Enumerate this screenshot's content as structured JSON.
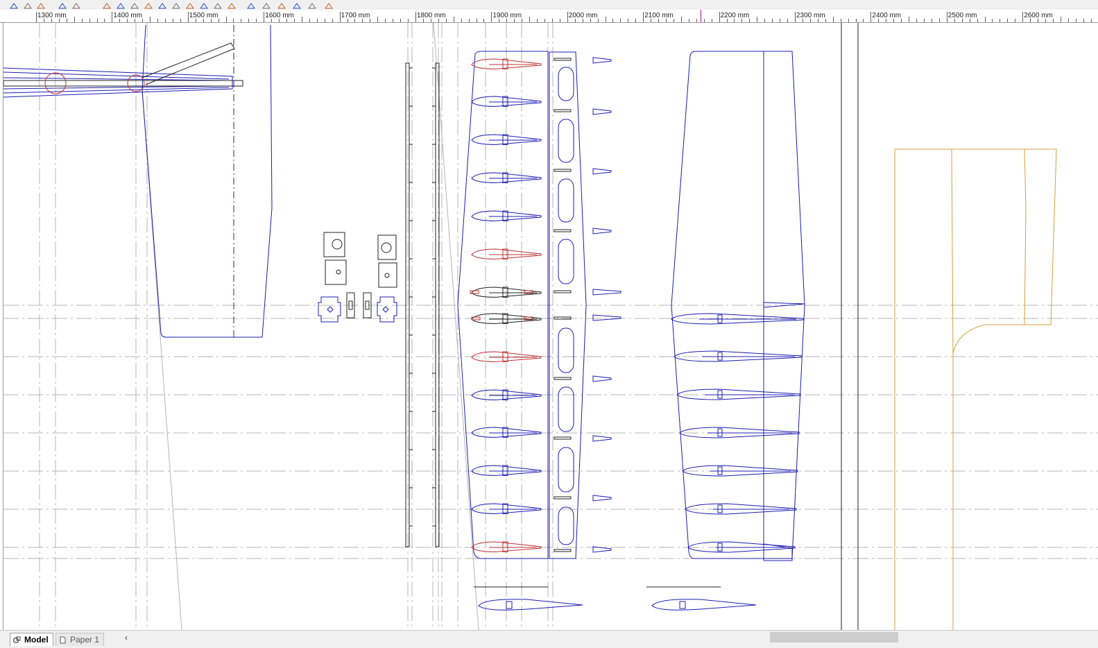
{
  "ruler": {
    "unit_labels": [
      "1300 mm",
      "1400 mm",
      "1500 mm",
      "1600 mm",
      "1700 mm",
      "1800 mm",
      "1900 mm",
      "2000 mm",
      "2100 mm",
      "2200 mm",
      "2300 mm",
      "2400 mm",
      "2500 mm",
      "2600 mm"
    ]
  },
  "toolbar": {
    "icons": [
      "layer-icon",
      "text-style-icon",
      "snap-endpoint-icon",
      "snap-midpoint-icon",
      "snap-center-icon",
      "snap-node-icon",
      "snap-quadrant-icon",
      "snap-intersection-icon",
      "snap-perpendicular-icon",
      "snap-tangent-icon",
      "snap-nearest-icon",
      "snap-off-icon",
      "view-plan-icon",
      "view-top-icon",
      "view-iso-icon",
      "view-front-icon",
      "view-side-icon",
      "move-icon",
      "ucs-icon",
      "visual-style-icon",
      "render-icon"
    ]
  },
  "tabs": {
    "model_label": "Model",
    "paper_label": "Paper 1"
  },
  "colors": {
    "drawing_blue": "#1c1cb4",
    "rib_red": "#c03030",
    "outline_orange": "#d4a040",
    "guide_gray": "#b4b4b4",
    "black": "#202020"
  }
}
